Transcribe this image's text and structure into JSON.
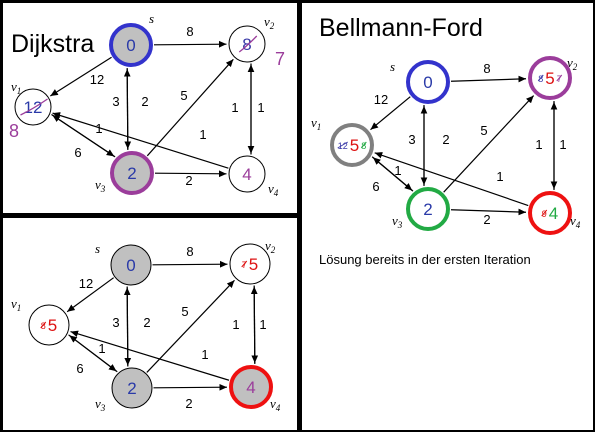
{
  "panels": {
    "dijkstra_step1": {
      "title": "Dijkstra",
      "nodes": [
        {
          "id": "s",
          "name": "s",
          "value": "0",
          "value_color": "#2a3aa8",
          "old_value": "",
          "fill": "#c0c0c0",
          "ring": "#3333cc"
        },
        {
          "id": "v2",
          "name": "v2",
          "value": "8",
          "value_color": "#3a3aa8",
          "old_value": "",
          "fill": "#ffffff",
          "ring": "#000000",
          "crossed": true,
          "extra": "7",
          "extra_color": "#9b3d9b"
        },
        {
          "id": "v1",
          "name": "v1",
          "value": "12",
          "value_color": "#2a3aa8",
          "old_value": "",
          "fill": "#ffffff",
          "ring": "#000000",
          "crossed": true,
          "extra": "8",
          "extra_color": "#9b3d9b"
        },
        {
          "id": "v3",
          "name": "v3",
          "value": "2",
          "value_color": "#2a3aa8",
          "old_value": "",
          "fill": "#c0c0c0",
          "ring": "#9b3d9b"
        },
        {
          "id": "v4",
          "name": "v4",
          "value": "4",
          "value_color": "#9b3d9b",
          "old_value": "",
          "fill": "#ffffff",
          "ring": "#000000"
        }
      ],
      "edges": [
        {
          "from": "s",
          "to": "v2",
          "weight": "8"
        },
        {
          "from": "s",
          "to": "v1",
          "weight": "12"
        },
        {
          "from": "s",
          "to": "v3",
          "weight": "2"
        },
        {
          "from": "v3",
          "to": "s",
          "weight": "3"
        },
        {
          "from": "v3",
          "to": "v2",
          "weight": "5"
        },
        {
          "from": "v3",
          "to": "v1",
          "weight": "1"
        },
        {
          "from": "v1",
          "to": "v3",
          "weight": "6"
        },
        {
          "from": "v3",
          "to": "v4",
          "weight": "2"
        },
        {
          "from": "v4",
          "to": "v2",
          "weight": "1"
        },
        {
          "from": "v2",
          "to": "v4",
          "weight": "1"
        },
        {
          "from": "v4",
          "to": "v1",
          "weight": "1"
        }
      ]
    },
    "dijkstra_step2": {
      "nodes": [
        {
          "id": "s",
          "name": "s",
          "value": "0",
          "value_color": "#2a3aa8",
          "old_value": "",
          "fill": "#c0c0c0",
          "ring": "#000000"
        },
        {
          "id": "v2",
          "name": "v2",
          "value": "5",
          "value_color": "#dd1111",
          "old_value": "7",
          "old_color": "#dd1111",
          "fill": "#ffffff",
          "ring": "#000000"
        },
        {
          "id": "v1",
          "name": "v1",
          "value": "5",
          "value_color": "#dd1111",
          "old_value": "8",
          "old_color": "#dd1111",
          "fill": "#ffffff",
          "ring": "#000000"
        },
        {
          "id": "v3",
          "name": "v3",
          "value": "2",
          "value_color": "#2a3aa8",
          "old_value": "",
          "fill": "#c0c0c0",
          "ring": "#000000"
        },
        {
          "id": "v4",
          "name": "v4",
          "value": "4",
          "value_color": "#9b3d9b",
          "old_value": "",
          "fill": "#c0c0c0",
          "ring": "#ee1111"
        }
      ],
      "edges": [
        {
          "from": "s",
          "to": "v2",
          "weight": "8"
        },
        {
          "from": "s",
          "to": "v1",
          "weight": "12"
        },
        {
          "from": "s",
          "to": "v3",
          "weight": "2"
        },
        {
          "from": "v3",
          "to": "s",
          "weight": "3"
        },
        {
          "from": "v3",
          "to": "v2",
          "weight": "5"
        },
        {
          "from": "v3",
          "to": "v1",
          "weight": "1"
        },
        {
          "from": "v1",
          "to": "v3",
          "weight": "6"
        },
        {
          "from": "v3",
          "to": "v4",
          "weight": "2"
        },
        {
          "from": "v4",
          "to": "v2",
          "weight": "1"
        },
        {
          "from": "v2",
          "to": "v4",
          "weight": "1"
        },
        {
          "from": "v4",
          "to": "v1",
          "weight": "1"
        }
      ]
    },
    "bellman_ford": {
      "title": "Bellmann-Ford",
      "note": "Lösung bereits in der ersten Iteration",
      "nodes": [
        {
          "id": "s",
          "name": "s",
          "value": "0",
          "value_color": "#2a3aa8",
          "old_value": "",
          "fill": "#ffffff",
          "ring": "#3333cc"
        },
        {
          "id": "v2",
          "name": "v2",
          "value": "5",
          "value_color": "#dd1111",
          "old_value": "8",
          "old_color": "#3a3aa8",
          "post_value": "7",
          "post_color": "#9b3d9b",
          "fill": "#ffffff",
          "ring": "#9b3d9b"
        },
        {
          "id": "v1",
          "name": "v1",
          "value": "5",
          "value_color": "#dd1111",
          "old_value": "12",
          "old_color": "#3a3aa8",
          "post_value": "8",
          "post_color": "#22aa44",
          "fill": "#ffffff",
          "ring": "#808080"
        },
        {
          "id": "v3",
          "name": "v3",
          "value": "2",
          "value_color": "#2a3aa8",
          "old_value": "",
          "fill": "#ffffff",
          "ring": "#22aa44"
        },
        {
          "id": "v4",
          "name": "v4",
          "value": "4",
          "value_color": "#22aa44",
          "old_value": "9",
          "old_color": "#dd1111",
          "fill": "#ffffff",
          "ring": "#ee1111"
        }
      ],
      "edges": [
        {
          "from": "s",
          "to": "v2",
          "weight": "8"
        },
        {
          "from": "s",
          "to": "v1",
          "weight": "12"
        },
        {
          "from": "s",
          "to": "v3",
          "weight": "2"
        },
        {
          "from": "v3",
          "to": "s",
          "weight": "3"
        },
        {
          "from": "v3",
          "to": "v2",
          "weight": "5"
        },
        {
          "from": "v3",
          "to": "v1",
          "weight": "1"
        },
        {
          "from": "v1",
          "to": "v3",
          "weight": "6"
        },
        {
          "from": "v3",
          "to": "v4",
          "weight": "2"
        },
        {
          "from": "v4",
          "to": "v2",
          "weight": "1"
        },
        {
          "from": "v2",
          "to": "v4",
          "weight": "1"
        },
        {
          "from": "v4",
          "to": "v1",
          "weight": "1"
        }
      ]
    }
  }
}
